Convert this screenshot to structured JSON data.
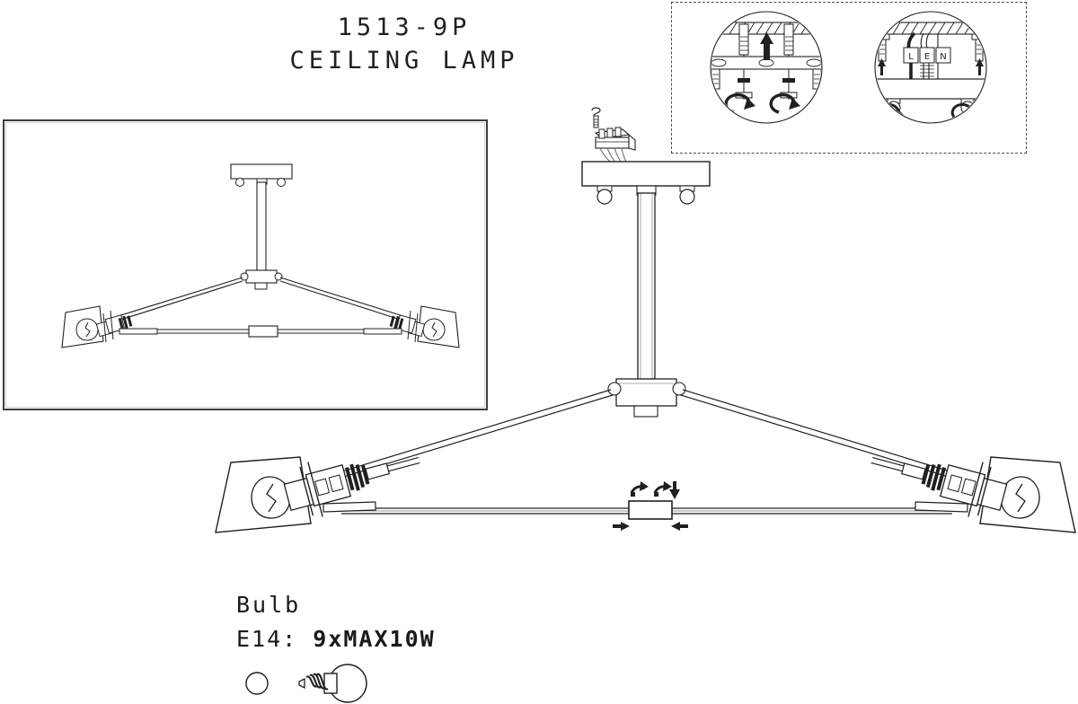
{
  "title": {
    "model_code": "1513-9P",
    "product_name": "CEILING LAMP"
  },
  "bulb": {
    "heading": "Bulb",
    "spec_prefix": "E14: ",
    "spec_value": "9xMAX10W",
    "spec_full": "E14: 9xMAX10W",
    "checkbox_icon": "circle-checkbox-icon",
    "bulb_icon": "light-bulb-icon"
  },
  "reference_box": {
    "name": "assembled-product-reference-view"
  },
  "detail_insets": {
    "left": {
      "name": "ceiling-bracket-mounting-detail",
      "up_arrow": "up-arrow-icon",
      "rotate_arrows": [
        "rotate-cw-icon",
        "rotate-cw-icon"
      ]
    },
    "right": {
      "name": "wiring-terminal-detail",
      "terminals": [
        "L",
        "E",
        "N"
      ],
      "up_arrows": [
        "up-arrow-icon",
        "up-arrow-icon"
      ],
      "rotate_arrows": [
        "rotate-cw-icon",
        "rotate-cw-icon"
      ]
    }
  },
  "main_diagram": {
    "name": "main-exploded-assembly-view",
    "canopy": "ceiling-canopy-plate",
    "terminal_block": "terminal-connector-block",
    "screw": "mounting-screw-icon",
    "stem": "vertical-support-stem",
    "hub": "center-junction-hub",
    "arms": [
      "left-lamp-arm",
      "right-lamp-arm"
    ],
    "tie_rod": "horizontal-tie-rod",
    "adjust_sleeve": "adjustment-sleeve",
    "sleeve_arrows": {
      "rotate_left": "rotate-ccw-icon",
      "rotate_right": "rotate-cw-icon",
      "down": "down-arrow-icon",
      "slide_right": "arrow-right-icon",
      "slide_left": "arrow-left-icon"
    },
    "shades": [
      "left-lamp-shade",
      "right-lamp-shade"
    ],
    "bulbs": [
      "left-bulb",
      "right-bulb"
    ]
  },
  "colors": {
    "line": "#231f20",
    "gray_line": "#6f6f78",
    "box_border": "#3c3c46",
    "background": "#ffffff"
  }
}
